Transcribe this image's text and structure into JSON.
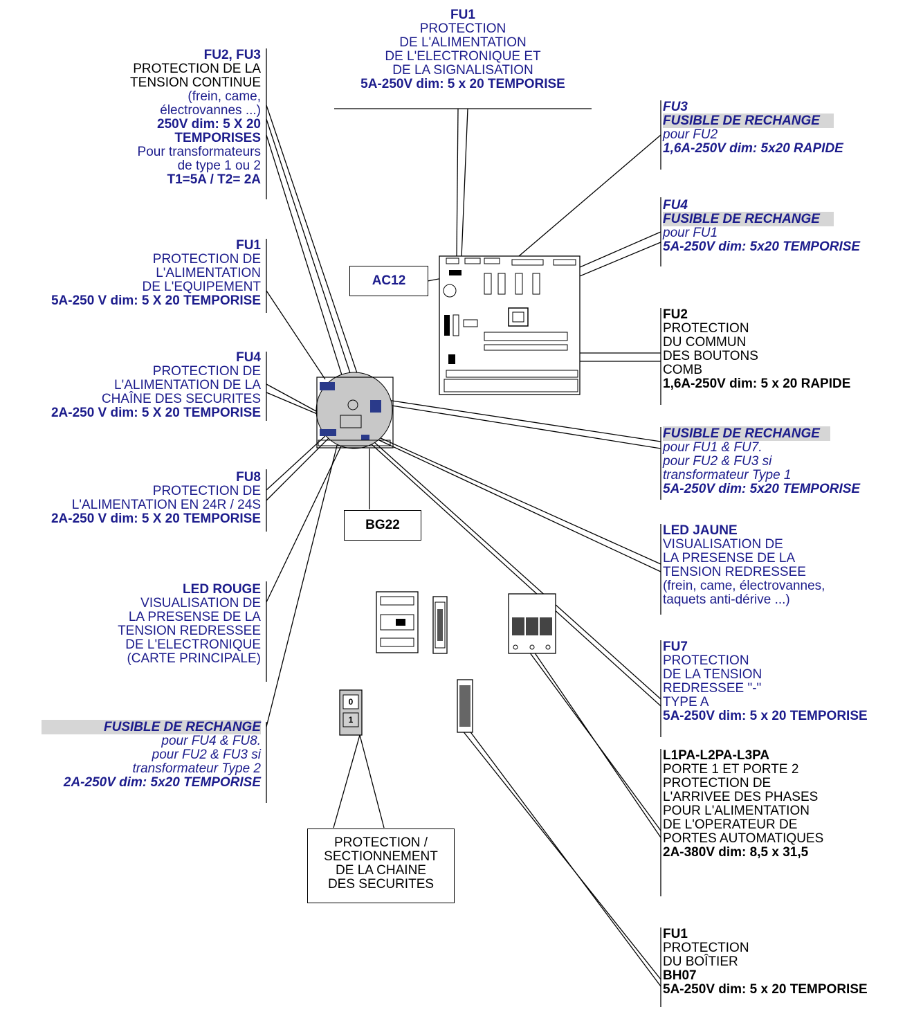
{
  "colors": {
    "text_blue": "#1c1c8c",
    "text_black": "#000000",
    "highlight": "#d6d6d6"
  },
  "labels": {
    "fu1_top": [
      "FU1",
      "PROTECTION",
      "DE L'ALIMENTATION",
      "DE L'ELECTRONIQUE ET",
      "DE LA SIGNALISATION",
      "5A-250V dim: 5 x 20 TEMPORISE"
    ],
    "fu2_fu3": [
      "FU2, FU3",
      "PROTECTION DE LA",
      "TENSION CONTINUE",
      "(frein, came,",
      "électrovannes ...)",
      "250V dim: 5 X 20",
      "TEMPORISES",
      "Pour transformateurs",
      "de type 1 ou 2",
      "T1=5A  /  T2= 2A"
    ],
    "fu1_left": [
      "FU1",
      "PROTECTION DE",
      "L'ALIMENTATION",
      "DE L'EQUIPEMENT",
      "5A-250 V dim: 5 X 20 TEMPORISE"
    ],
    "fu4_left": [
      "FU4",
      "PROTECTION DE",
      "L'ALIMENTATION DE LA",
      "CHAÎNE DES SECURITES",
      "2A-250 V dim: 5 X 20 TEMPORISE"
    ],
    "fu8": [
      "FU8",
      "PROTECTION DE",
      "L'ALIMENTATION EN 24R / 24S",
      "2A-250 V dim: 5 X 20 TEMPORISE"
    ],
    "led_rouge": [
      "LED ROUGE",
      "VISUALISATION DE",
      "LA PRESENSE DE LA",
      "TENSION REDRESSEE",
      "DE L'ELECTRONIQUE",
      "(CARTE PRINCIPALE)"
    ],
    "rechange_left": [
      "FUSIBLE DE RECHANGE",
      "pour FU4 & FU8.",
      "pour FU2 & FU3 si",
      "transformateur Type 2",
      "2A-250V dim: 5x20 TEMPORISE"
    ],
    "fu3_right": [
      "FU3",
      "FUSIBLE DE RECHANGE",
      "pour FU2",
      "1,6A-250V dim: 5x20 RAPIDE"
    ],
    "fu4_right": [
      "FU4",
      "FUSIBLE DE RECHANGE",
      "pour FU1",
      "5A-250V dim: 5x20 TEMPORISE"
    ],
    "fu2_right": [
      "FU2",
      "PROTECTION",
      "DU COMMUN",
      "DES BOUTONS",
      "COMB",
      "1,6A-250V dim: 5 x 20 RAPIDE"
    ],
    "rechange_right": [
      "FUSIBLE DE RECHANGE",
      "pour FU1 & FU7.",
      "pour FU2 & FU3 si",
      "transformateur Type 1",
      "5A-250V dim: 5x20 TEMPORISE"
    ],
    "led_jaune": [
      "LED JAUNE",
      "VISUALISATION DE",
      "LA PRESENSE DE LA",
      "TENSION REDRESSEE",
      "(frein, came, électrovannes,",
      "taquets anti-dérive ...)"
    ],
    "fu7": [
      "FU7",
      "PROTECTION",
      "DE LA TENSION",
      "REDRESSEE \"-\"",
      "TYPE A",
      "5A-250V dim: 5 x 20 TEMPORISE"
    ],
    "l1pa": [
      "L1PA-L2PA-L3PA",
      "PORTE 1 ET PORTE 2",
      "PROTECTION DE",
      "L'ARRIVEE DES PHASES",
      "POUR L'ALIMENTATION",
      "DE L'OPERATEUR DE",
      "PORTES AUTOMATIQUES",
      "2A-380V dim: 8,5 x 31,5"
    ],
    "fu1_bh07": [
      "FU1",
      "PROTECTION",
      "DU BOÎTIER",
      "BH07",
      "5A-250V dim: 5 x 20 TEMPORISE"
    ],
    "sectionnement": [
      "PROTECTION /",
      "SECTIONNEMENT",
      "DE LA CHAINE",
      "DES SECURITES"
    ]
  },
  "boxes": {
    "ac12": "AC12",
    "bg22": "BG22"
  },
  "switch": {
    "top": "0",
    "bottom": "1"
  }
}
